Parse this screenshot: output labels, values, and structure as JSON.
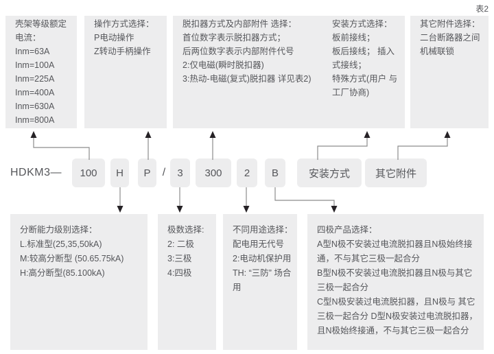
{
  "table_label": "表2",
  "model": {
    "prefix": "HDKM3—",
    "separator": "/",
    "segments": [
      "100",
      "H",
      "P",
      "3",
      "300",
      "2",
      "B",
      "安装方式",
      "其它附件"
    ]
  },
  "top_boxes": [
    {
      "name": "frame-rated-current",
      "text": "壳架等级额定电流：\nInm=63A\nInm=100A\nInm=225A\nInm=400A\nInm=630A\nInm=800A"
    },
    {
      "name": "operation-mode",
      "text": "操作方式选择：\nP电动操作\nZ转动手柄操作"
    },
    {
      "name": "trip-unit-and-accessories",
      "text": "脱扣器方式及内部附件 选择：\n首位数字表示脱扣器方式；\n后两位数字表示内部附件代号\n2:仅电磁(瞬时脱扣器)\n3:热动-电磁(复式)脱扣器 详见表2)"
    },
    {
      "name": "installation-mode",
      "text": "安装方式选择：\n板前接线；\n板后接线； 插入式接线；\n特殊方式(用户 与工厂协商)"
    },
    {
      "name": "other-accessories",
      "text": "其它附件选择：\n二台断路器之间机械联锁"
    }
  ],
  "bottom_boxes": [
    {
      "name": "breaking-capacity-level",
      "text": "分断能力级别选择：\nL.标准型(25,35,50kA)\nM:较高分断型 (50.65.75kA)\nH:高分断型(85.100kA)"
    },
    {
      "name": "pole-number",
      "text": "极数选择:\n2: 二极\n3:三极\n4:四极"
    },
    {
      "name": "usage-type",
      "text": "不同用途选择：\n配电用无代号\n2:电动机保护用\nTH: “三防” 场合用"
    },
    {
      "name": "four-pole-product",
      "text": "四极产品选择：\nA型N极不安装过电流脱扣器且N极始终接通，不与其它三极一起合分\nB型N极不安装过电流脱扣器且N极与其它三极一起合分\nC型N极安装过电流脱扣器，且N极与 其它三极一起合分 D型N极安装过电流脱扣器，且N极始终接通，不与其它三极一起合分"
    }
  ],
  "colors": {
    "box_bg": "#ededee",
    "text": "#55565a",
    "arrow_line": "#8c8c8c",
    "arrow_head": "#262226"
  }
}
